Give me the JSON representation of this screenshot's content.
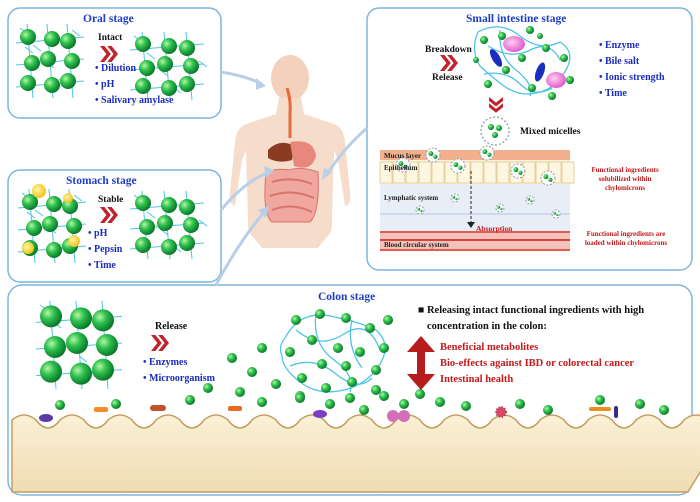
{
  "oral": {
    "title": "Oral stage",
    "arrow_label": "Intact",
    "factors": [
      "• Dilution",
      "• pH",
      "• Salivary amylase"
    ]
  },
  "stomach": {
    "title": "Stomach stage",
    "arrow_label": "Stable",
    "factors": [
      "• pH",
      "• Pepsin",
      "• Time"
    ]
  },
  "small_intestine": {
    "title": "Small intestine stage",
    "arrow_top": "Breakdown",
    "arrow_bottom": "Release",
    "factors": [
      "• Enzyme",
      "• Bile salt",
      "• Ionic strength",
      "• Time"
    ],
    "micelles_label": "Mixed micelles",
    "layers": {
      "mucus": "Mucus layer",
      "epithelium": "Epithelium",
      "lymphatic": "Lymphatic system",
      "blood": "Blood circular system",
      "absorption": "Absorption"
    },
    "note_top": [
      "Functional ingredients",
      "solubilized within",
      "chylomicrons"
    ],
    "note_bottom": [
      "Functional ingredients are",
      "loaded within chylomicrons"
    ]
  },
  "colon": {
    "title": "Colon stage",
    "arrow_label": "Release",
    "factors": [
      "• Enzymes",
      "• Microorganism"
    ],
    "headline": [
      "■ Releasing intact functional ingredients with high",
      "concentration in the colon:"
    ],
    "benefits": [
      "Beneficial metabolites",
      "Bio-effects against IBD or colorectal cancer",
      "Intestinal health"
    ]
  },
  "colors": {
    "panel_border": "#7fb6de",
    "bead": "#1ea84a",
    "network": "#4fc3e8",
    "chevron": "#c0232c",
    "blue_text": "#1a2dbf",
    "red_text": "#c41a1a",
    "title_blue": "#1d3fc4"
  }
}
